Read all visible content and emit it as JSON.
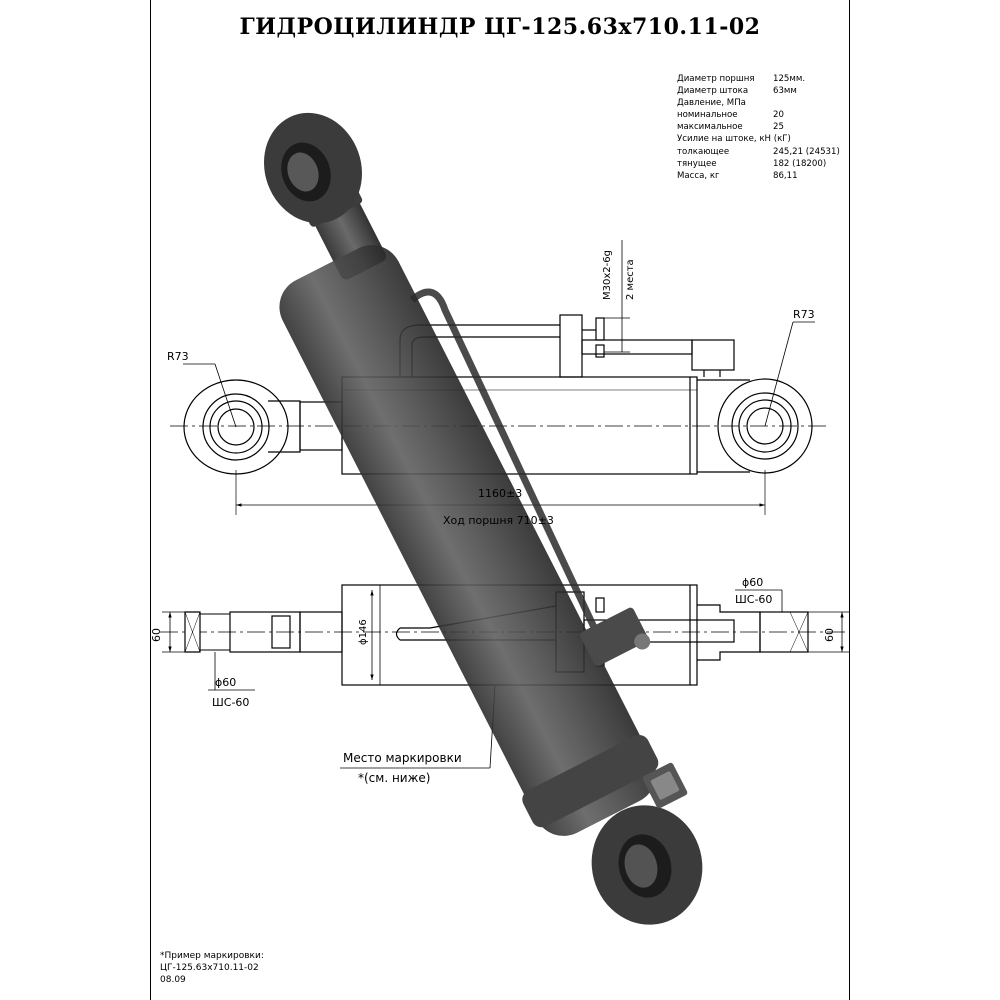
{
  "title": "ГИДРОЦИЛИНДР ЦГ-125.63х710.11-02",
  "specs": [
    {
      "label": "Диаметр поршня",
      "value": "125мм."
    },
    {
      "label": "Диаметр штока",
      "value": "63мм"
    },
    {
      "label": "Давление, МПа",
      "value": ""
    },
    {
      "label": "номинальное",
      "value": "20"
    },
    {
      "label": "максимальное",
      "value": "25"
    },
    {
      "label": "Усилие на штоке, кН (кГ)",
      "value": ""
    },
    {
      "label": "толкающее",
      "value": "245,21 (24531)"
    },
    {
      "label": "тянущее",
      "value": "182 (18200)"
    },
    {
      "label": "Масса, кг",
      "value": "86,11"
    }
  ],
  "dimensions": {
    "radius_left": "R73",
    "radius_right": "R73",
    "thread": "М30х2-6g",
    "thread_places": "2 места",
    "length": "1160±3",
    "stroke": "Ход поршня 710±3",
    "bore_left": "ϕ60",
    "bearing_left": "ШС-60",
    "bore_right": "ϕ60",
    "bearing_right": "ШС-60",
    "width_left": "60",
    "width_right": "60",
    "body_diameter": "ϕ146"
  },
  "marking": {
    "place": "Место маркировки",
    "see_below": "*(см. ниже)"
  },
  "note": {
    "heading": "*Пример маркировки:",
    "code": "ЦГ-125.63х710.11-02",
    "date": "08.09"
  }
}
